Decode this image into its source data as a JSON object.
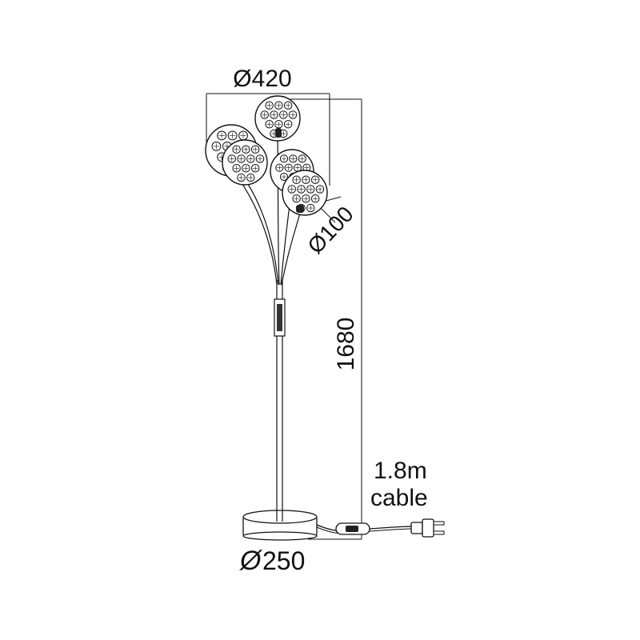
{
  "dimensions": {
    "width_label": "Ø420",
    "shade_diameter_label": "Ø100",
    "height_label": "1680",
    "cable_line1": "1.8m",
    "cable_line2": "cable",
    "base_diameter_symbol": "Ø",
    "base_diameter_value": "250"
  },
  "colors": {
    "ink": "#111111",
    "background": "#ffffff"
  }
}
